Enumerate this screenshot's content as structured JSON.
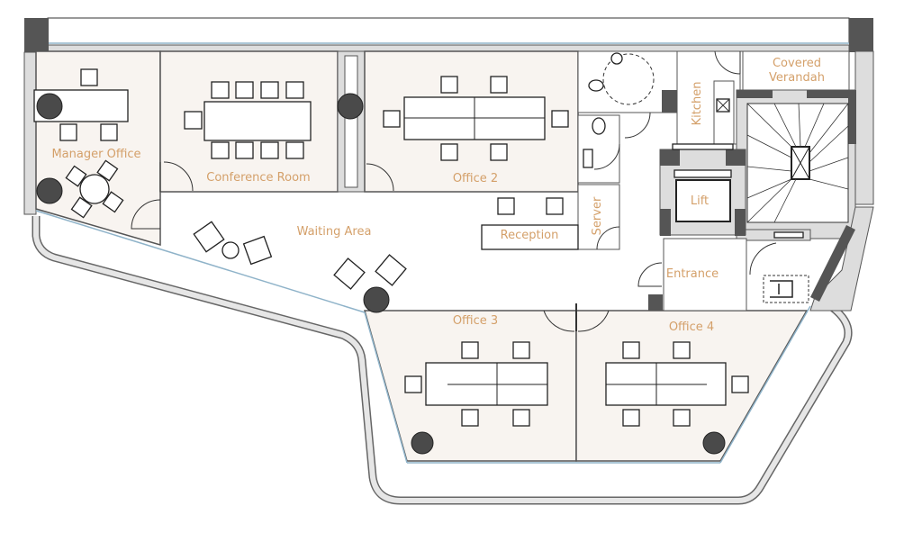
{
  "title": "Office floor plan",
  "rooms": {
    "manager_office": "Manager Office",
    "conference_room": "Conference Room",
    "office_2": "Office 2",
    "waiting_area": "Waiting Area",
    "reception": "Reception",
    "server": "Server",
    "kitchen": "Kitchen",
    "covered_verandah_line1": "Covered",
    "covered_verandah_line2": "Verandah",
    "lift": "Lift",
    "entrance": "Entrance",
    "office_3": "Office 3",
    "office_4": "Office 4"
  },
  "colors": {
    "label": "#d4a06a",
    "room_fill": "#f8f4f0",
    "wall": "#555555",
    "glass": "#8fb3c9"
  }
}
